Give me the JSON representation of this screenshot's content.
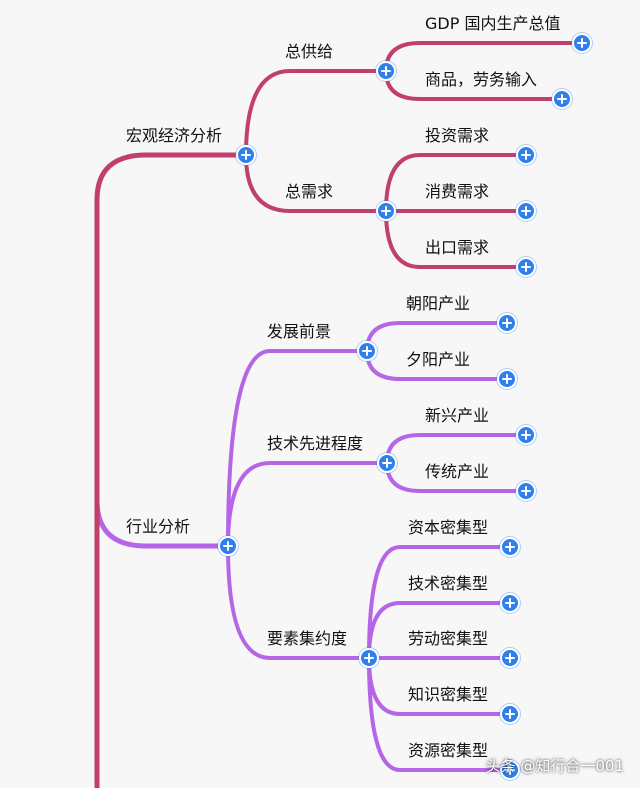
{
  "colors": {
    "macro_branch": "#c0406a",
    "industry_branch": "#b566e6",
    "expand_button": "#2f80ed"
  },
  "icons": {
    "expand": "plus-circle-icon"
  },
  "mindmap": {
    "macro": {
      "label": "宏观经济分析",
      "supply": {
        "label": "总供给",
        "items": [
          "GDP 国内生产总值",
          "商品，劳务输入"
        ]
      },
      "demand": {
        "label": "总需求",
        "items": [
          "投资需求",
          "消费需求",
          "出口需求"
        ]
      }
    },
    "industry": {
      "label": "行业分析",
      "development": {
        "label": "发展前景",
        "items": [
          "朝阳产业",
          "夕阳产业"
        ]
      },
      "technology": {
        "label": "技术先进程度",
        "items": [
          "新兴产业",
          "传统产业"
        ]
      },
      "factor": {
        "label": "要素集约度",
        "items": [
          "资本密集型",
          "技术密集型",
          "劳动密集型",
          "知识密集型",
          "资源密集型"
        ]
      }
    }
  },
  "watermark": "头条 @知行合一001"
}
